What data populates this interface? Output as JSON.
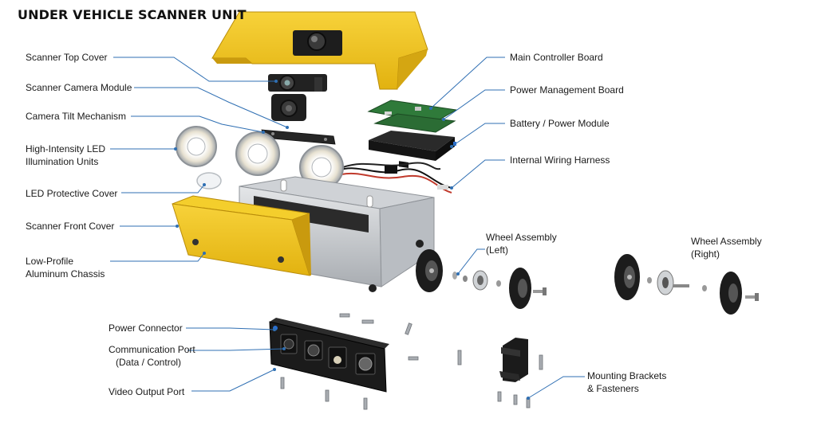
{
  "title": "UNDER VEHICLE SCANNER UNIT",
  "colors": {
    "housing_yellow": "#f2c21b",
    "housing_shadow": "#c99a0e",
    "chassis_silver": "#c8cbcf",
    "pcb_green": "#2f7a3a",
    "leader_line": "#2f6fb3",
    "panel_black": "#1b1b1b"
  },
  "labels": {
    "top_cover": "Scanner Top Cover",
    "camera_module": "Scanner Camera Module",
    "tilt_mechanism": "Camera Tilt Mechanism",
    "led_units_line1": "High-Intensity LED",
    "led_units_line2": "Illumination Units",
    "led_cover": "LED Protective Cover",
    "front_cover": "Scanner Front Cover",
    "chassis_line1": "Low-Profile",
    "chassis_line2": "Aluminum Chassis",
    "main_board": "Main Controller Board",
    "power_board": "Power Management Board",
    "battery": "Battery / Power Module",
    "wiring": "Internal Wiring Harness",
    "wheel_left_line1": "Wheel Assembly",
    "wheel_left_line2": "(Left)",
    "wheel_right_line1": "Wheel Assembly",
    "wheel_right_line2": "(Right)",
    "power_connector": "Power Connector",
    "comm_port_line1": "Communication Port",
    "comm_port_line2": "(Data / Control)",
    "video_port": "Video Output Port",
    "brackets_line1": "Mounting Brackets",
    "brackets_line2": "& Fasteners"
  }
}
